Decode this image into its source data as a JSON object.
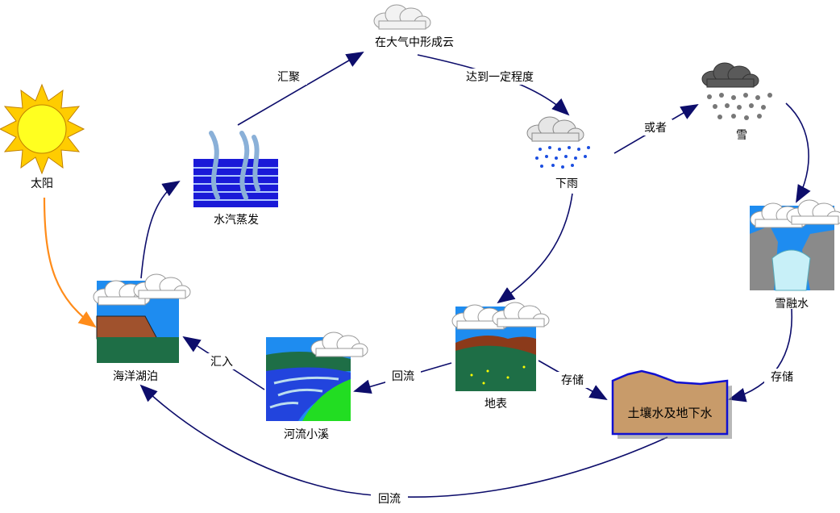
{
  "nodes": {
    "sun": "太阳",
    "evaporation": "水汽蒸发",
    "cloud": "在大气中形成云",
    "rain": "下雨",
    "snow": "雪",
    "snowmelt": "雪融水",
    "soil_groundwater": "土壤水及地下水",
    "surface": "地表",
    "river": "河流小溪",
    "ocean_lake": "海洋湖泊"
  },
  "edges": {
    "evap_to_cloud": "汇聚",
    "cloud_to_rain": "达到一定程度",
    "rain_to_snow": "或者",
    "snowmelt_to_soil": "存储",
    "surface_to_soil": "存储",
    "surface_to_river": "回流",
    "river_to_ocean": "汇入",
    "soil_to_ocean": "回流"
  },
  "colors": {
    "arrow": "#0d0d6b",
    "sun_arrow": "#ff8c1a",
    "soil_fill": "#c89b6a",
    "soil_border": "#1010d0"
  }
}
